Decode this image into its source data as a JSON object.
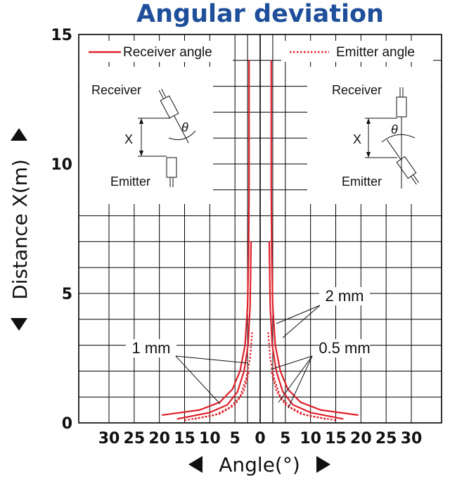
{
  "chart_data": {
    "type": "line",
    "title": "Angular deviation",
    "xlabel": "Angle(°)",
    "ylabel": "Distance X(m)",
    "xlim": [
      -36,
      36
    ],
    "ylim": [
      0,
      15
    ],
    "x_ticks": [
      -30,
      -25,
      -20,
      -15,
      -10,
      -5,
      0,
      5,
      10,
      15,
      20,
      25,
      30
    ],
    "x_tick_labels": [
      "30",
      "25",
      "20",
      "15",
      "10",
      "5",
      "0",
      "5",
      "10",
      "15",
      "20",
      "25",
      "30"
    ],
    "y_ticks": [
      0,
      5,
      10,
      15
    ],
    "grid": true,
    "legend": {
      "position": "top",
      "items": [
        {
          "label": "Receiver angle",
          "style": "solid"
        },
        {
          "label": "Emitter angle",
          "style": "dotted"
        }
      ]
    },
    "series": [
      {
        "label": "2 mm",
        "style": "solid",
        "side": "both",
        "points": [
          [
            19.5,
            0.3
          ],
          [
            12,
            0.5
          ],
          [
            8,
            0.8
          ],
          [
            5.5,
            1.3
          ],
          [
            4,
            2
          ],
          [
            3,
            3
          ],
          [
            2.5,
            4.5
          ],
          [
            2.3,
            6.5
          ],
          [
            2.2,
            9
          ],
          [
            2.2,
            14
          ]
        ]
      },
      {
        "label": "1 mm",
        "style": "solid",
        "side": "both",
        "points": [
          [
            16.5,
            0.15
          ],
          [
            10,
            0.4
          ],
          [
            6.5,
            0.7
          ],
          [
            4.5,
            1.2
          ],
          [
            3.2,
            2
          ],
          [
            2.4,
            3
          ],
          [
            2,
            4.5
          ],
          [
            1.8,
            7
          ]
        ]
      },
      {
        "label": "0.5 mm",
        "style": "dotted",
        "side": "both",
        "points": [
          [
            15,
            0.1
          ],
          [
            9,
            0.3
          ],
          [
            6,
            0.6
          ],
          [
            4,
            1
          ],
          [
            2.8,
            1.7
          ],
          [
            2,
            2.5
          ],
          [
            1.6,
            3.5
          ]
        ]
      },
      {
        "label": "",
        "style": "dotted",
        "side": "both",
        "points": [
          [
            13,
            0.15
          ],
          [
            8,
            0.35
          ],
          [
            5,
            0.7
          ],
          [
            3.3,
            1.2
          ],
          [
            2.2,
            2
          ]
        ]
      }
    ],
    "annotations": [
      {
        "text": "2 mm"
      },
      {
        "text": "1 mm"
      },
      {
        "text": "0.5 mm"
      }
    ],
    "insets": [
      {
        "side": "left",
        "receiver_label": "Receiver",
        "emitter_label": "Emitter",
        "distance_label": "X",
        "angle_label": "θ"
      },
      {
        "side": "right",
        "receiver_label": "Receiver",
        "emitter_label": "Emitter",
        "distance_label": "X",
        "angle_label": "θ"
      }
    ],
    "colors": {
      "curve": "#e0202a",
      "title": "#1f4f9a",
      "grid": "#000000"
    }
  }
}
